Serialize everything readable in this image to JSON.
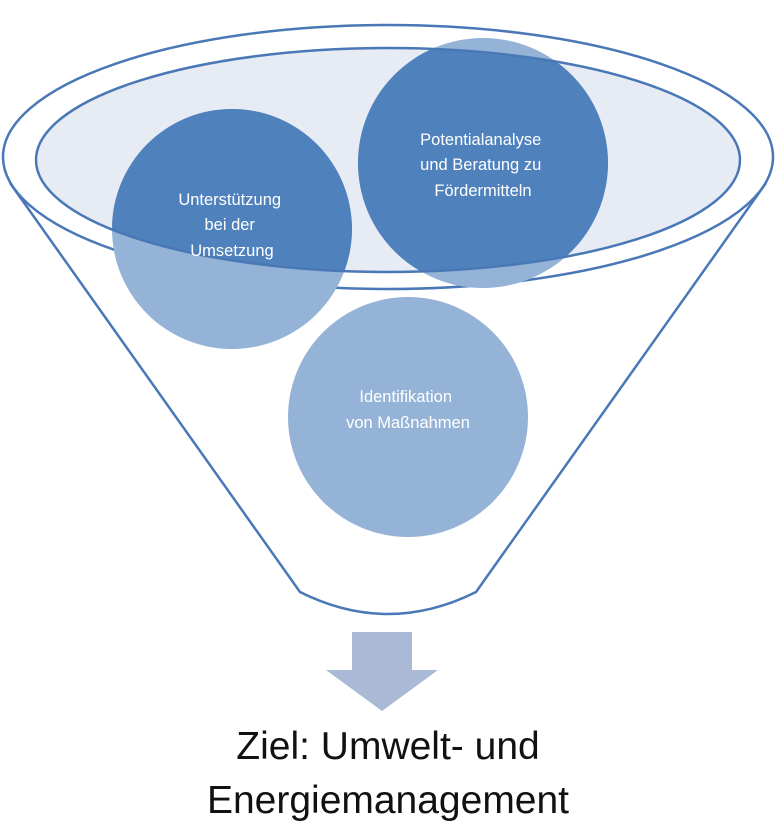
{
  "colors": {
    "outline": "#4a78b6",
    "rim_fill": "#e6ebf4",
    "circle_dark": "#4f81bd",
    "circle_light": "#95b3d7",
    "arrow": "#aab9d6",
    "circle_text": "#ffffff",
    "goal_text": "#111111"
  },
  "funnel": {
    "circles": [
      {
        "id": "unterstuetzung",
        "lines": [
          "Unterstützung",
          "bei der",
          "Umsetzung"
        ]
      },
      {
        "id": "potentialanalyse",
        "lines": [
          "Potentialanalyse",
          "und Beratung zu",
          "Fördermitteln"
        ]
      },
      {
        "id": "identifikation",
        "lines": [
          "Identifikation",
          "von Maßnahmen"
        ]
      }
    ]
  },
  "goal": {
    "line1": "Ziel: Umwelt- und",
    "line2": "Energiemanagement"
  }
}
